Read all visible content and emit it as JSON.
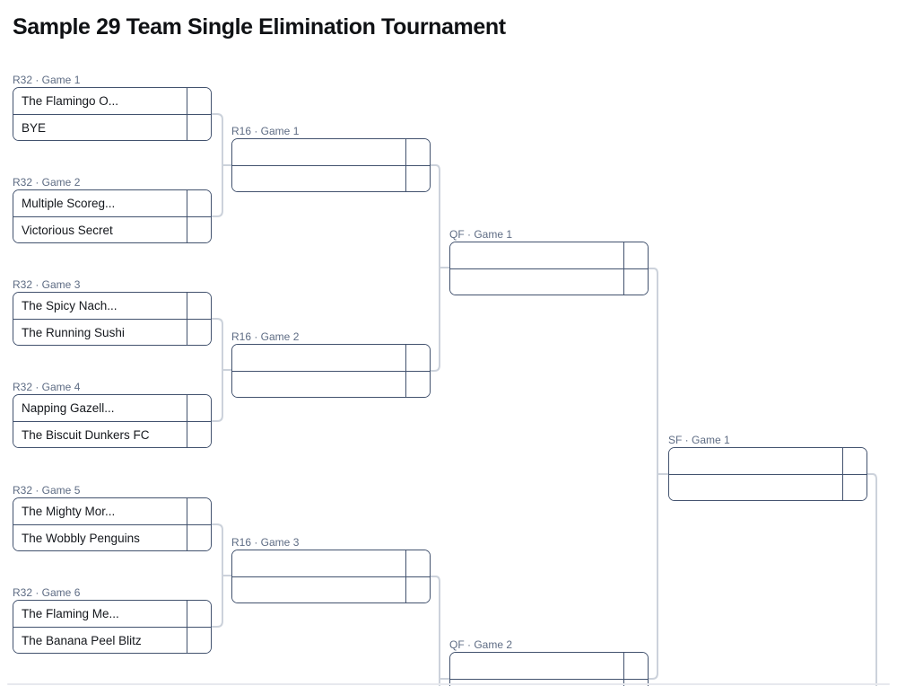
{
  "title": "Sample 29 Team Single Elimination Tournament",
  "colors": {
    "box_border": "#42526e",
    "connector": "#ccd2db",
    "label_text": "#5e6c84",
    "team_text": "#14171c",
    "background": "#ffffff"
  },
  "bracket": {
    "rounds": [
      {
        "name": "R32",
        "games": [
          {
            "label": "R32 · Game 1",
            "top_team": "The Flamingo O...",
            "bottom_team": "BYE",
            "top_score": "",
            "bottom_score": ""
          },
          {
            "label": "R32 · Game 2",
            "top_team": "Multiple Scoreg...",
            "bottom_team": "Victorious Secret",
            "top_score": "",
            "bottom_score": ""
          },
          {
            "label": "R32 · Game 3",
            "top_team": "The Spicy Nach...",
            "bottom_team": "The Running Sushi",
            "top_score": "",
            "bottom_score": ""
          },
          {
            "label": "R32 · Game 4",
            "top_team": "Napping Gazell...",
            "bottom_team": "The Biscuit Dunkers FC",
            "top_score": "",
            "bottom_score": ""
          },
          {
            "label": "R32 · Game 5",
            "top_team": "The Mighty Mor...",
            "bottom_team": "The Wobbly Penguins",
            "top_score": "",
            "bottom_score": ""
          },
          {
            "label": "R32 · Game 6",
            "top_team": "The Flaming Me...",
            "bottom_team": "The Banana Peel Blitz",
            "top_score": "",
            "bottom_score": ""
          }
        ]
      },
      {
        "name": "R16",
        "games": [
          {
            "label": "R16 · Game 1",
            "top_team": "",
            "bottom_team": "",
            "top_score": "",
            "bottom_score": ""
          },
          {
            "label": "R16 · Game 2",
            "top_team": "",
            "bottom_team": "",
            "top_score": "",
            "bottom_score": ""
          },
          {
            "label": "R16 · Game 3",
            "top_team": "",
            "bottom_team": "",
            "top_score": "",
            "bottom_score": ""
          }
        ]
      },
      {
        "name": "QF",
        "games": [
          {
            "label": "QF · Game 1",
            "top_team": "",
            "bottom_team": "",
            "top_score": "",
            "bottom_score": ""
          },
          {
            "label": "QF · Game 2",
            "top_team": "",
            "bottom_team": "",
            "top_score": "",
            "bottom_score": ""
          }
        ]
      },
      {
        "name": "SF",
        "games": [
          {
            "label": "SF · Game 1",
            "top_team": "",
            "bottom_team": "",
            "top_score": "",
            "bottom_score": ""
          }
        ]
      }
    ]
  }
}
